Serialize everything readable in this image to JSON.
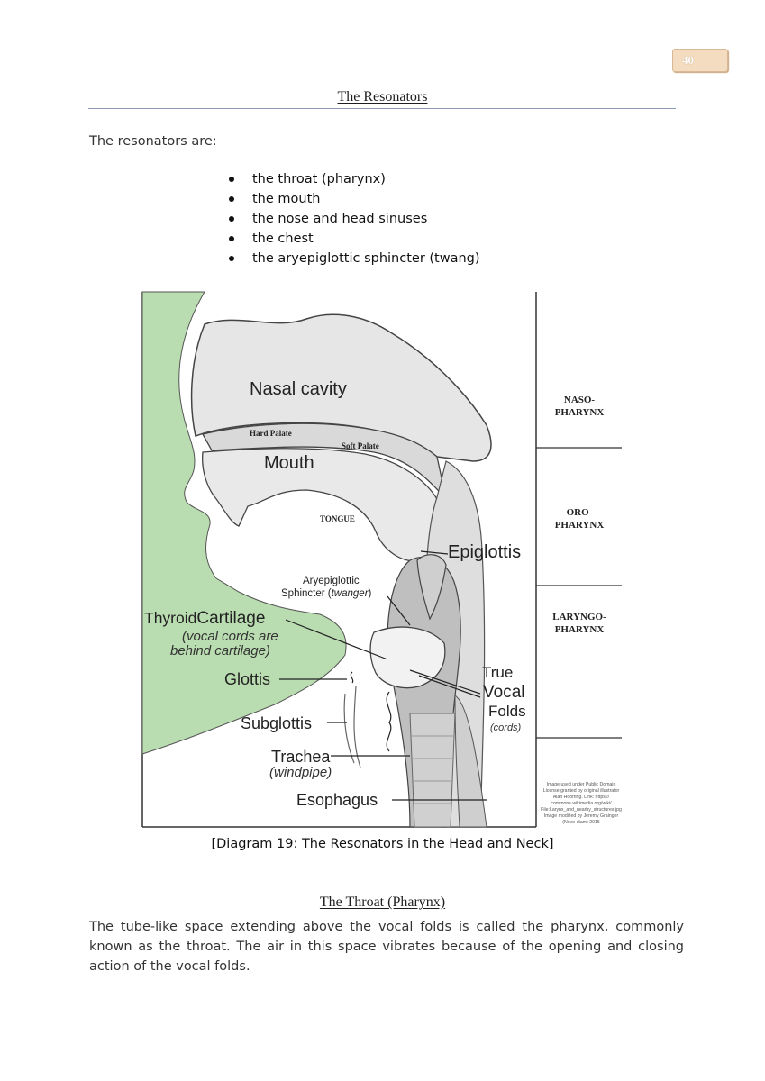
{
  "page_number": "40",
  "section_title": "The Resonators",
  "intro_text": "The resonators are:",
  "bullets": [
    "the throat (pharynx)",
    "the mouth",
    "the nose and head sinuses",
    "the chest",
    "the aryepiglottic sphincter (twang)"
  ],
  "diagram": {
    "labels": {
      "nasal_cavity": "Nasal cavity",
      "hard_palate": "Hard Palate",
      "soft_palate": "Soft Palate",
      "mouth": "Mouth",
      "tongue": "TONGUE",
      "epiglottis": "Epiglottis",
      "aryepiglottic_line1": "Aryepiglottic",
      "aryepiglottic_line2_a": "Sphincter (",
      "aryepiglottic_line2_b": "twanger",
      "aryepiglottic_line2_c": ")",
      "thyroid": "Thyroid",
      "cartilage": "Cartilage",
      "thyroid_note_line1": "(vocal cords are",
      "thyroid_note_line2": "behind cartilage)",
      "glottis": "Glottis",
      "subglottis": "Subglottis",
      "trachea": "Trachea",
      "windpipe": "(windpipe)",
      "esophagus": "Esophagus",
      "true": "True",
      "vocal": "Vocal",
      "folds": "Folds",
      "cords": "(cords)"
    },
    "regions": {
      "naso_line1": "NASO-",
      "naso_line2": "PHARYNX",
      "oro_line1": "ORO-",
      "oro_line2": "PHARYNX",
      "laryngo_line1": "LARYNGO-",
      "laryngo_line2": "PHARYNX"
    },
    "credit": [
      "Image used under Public Domain",
      "License granted by original illustrator",
      "Alan Hoofring. Link: https://",
      "commons.wikimedia.org/wiki/",
      "File:Larynx_and_nearby_structures.jpg",
      "Image modified by Jeremy Grainger",
      "(Novo-diam) 2015"
    ],
    "colors": {
      "skin": "#b9dcb0",
      "tissue": "#e2e2e2",
      "line": "#333333"
    }
  },
  "caption": "[Diagram 19: The Resonators in the Head and Neck]",
  "subsection_title": "The Throat (Pharynx)",
  "paragraph": "The tube-like space extending above the vocal folds is called the pharynx, commonly known as the throat.   The air in this space vibrates because of the opening and closing action of the vocal folds."
}
